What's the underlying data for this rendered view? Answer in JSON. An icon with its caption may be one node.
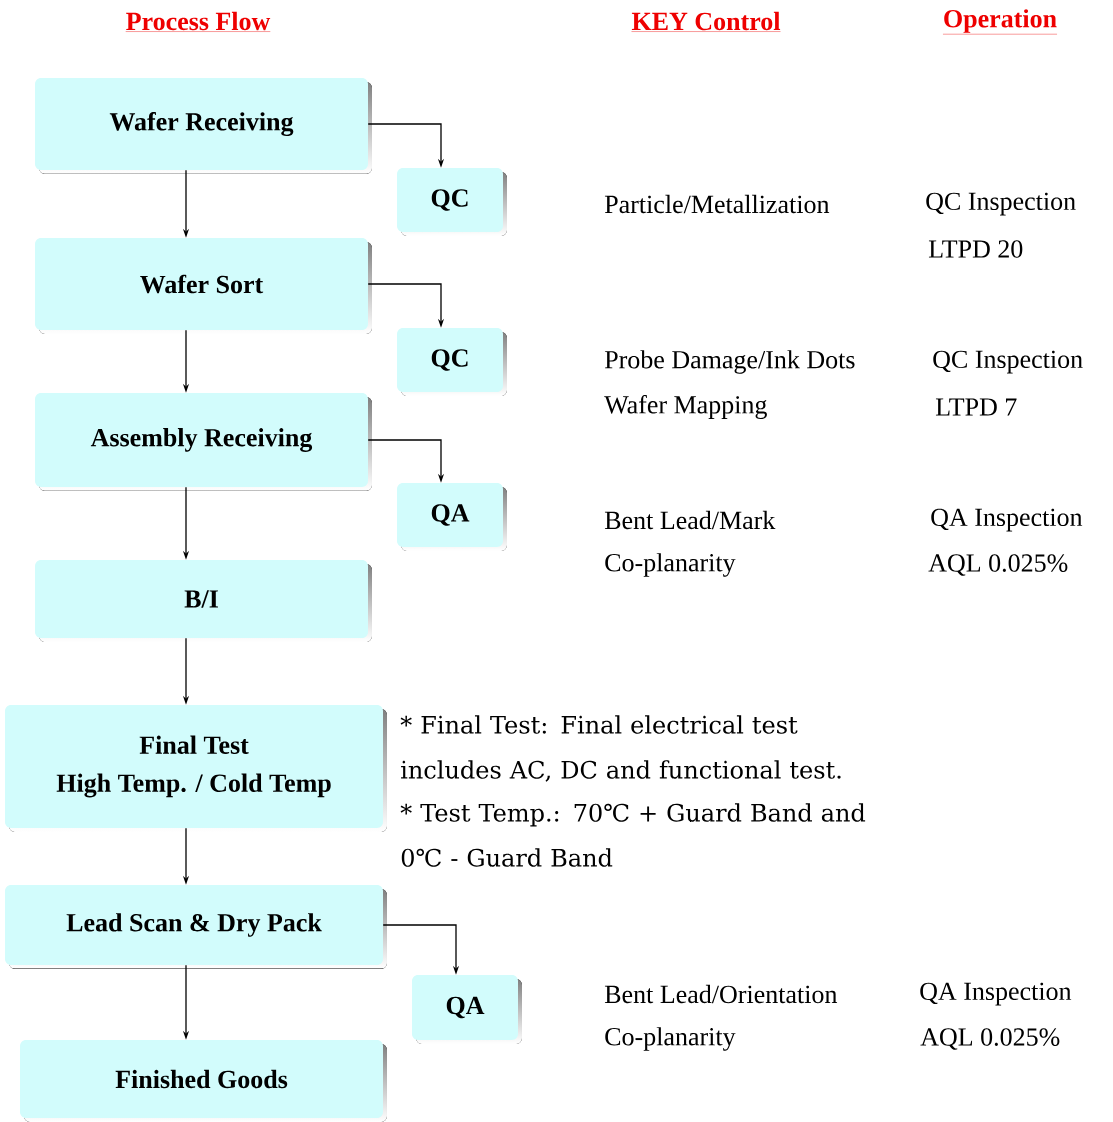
{
  "diagram": {
    "nodes": [
      {
        "text": [
          "Wafer Receiving"
        ]
      },
      {
        "text": [
          "QC"
        ]
      },
      {
        "text": [
          "Wafer Sort"
        ]
      },
      {
        "text": [
          "QC"
        ]
      },
      {
        "text": [
          "Assembly Receiving"
        ]
      },
      {
        "text": [
          "QA"
        ]
      },
      {
        "text": [
          "B/I"
        ]
      },
      {
        "text": [
          "Final Test",
          "High Temp. / Cold Temp"
        ]
      },
      {
        "text": [
          "Lead Scan & Dry Pack"
        ]
      },
      {
        "text": [
          "QA"
        ]
      },
      {
        "text": [
          "Finished Goods"
        ]
      }
    ],
    "edges": [
      {
        "from": 0,
        "to": 1,
        "arrow": "to"
      },
      {
        "from": 0,
        "to": 2,
        "arrow": "to"
      },
      {
        "from": 2,
        "to": 3,
        "arrow": "to"
      },
      {
        "from": 2,
        "to": 4,
        "arrow": "to"
      },
      {
        "from": 4,
        "to": 5,
        "arrow": "to"
      },
      {
        "from": 4,
        "to": 6,
        "arrow": "to"
      },
      {
        "from": 6,
        "to": 7,
        "arrow": "to"
      },
      {
        "from": 7,
        "to": 8,
        "arrow": "to"
      },
      {
        "from": 8,
        "to": 9,
        "arrow": "to"
      },
      {
        "from": 8,
        "to": 10,
        "arrow": "to"
      }
    ],
    "labels": [
      "Process Flow",
      "KEY Control",
      "Operation",
      "Particle/Metallization",
      "QC Inspection",
      "LTPD 20",
      "Probe Damage/Ink Dots",
      "QC Inspection",
      "Wafer Mapping",
      "LTPD 7",
      "Bent Lead/Mark",
      "QA Inspection",
      "Co-planarity",
      "AQL 0.025%",
      "* Final Test: Final electrical test includes AC, DC and functional test.",
      "* Test Temp.: 70℃ + Guard Band and 0℃ - Guard Band",
      "Bent Lead/Orientation",
      "QA Inspection",
      "Co-planarity",
      "AQL 0.025%"
    ]
  }
}
